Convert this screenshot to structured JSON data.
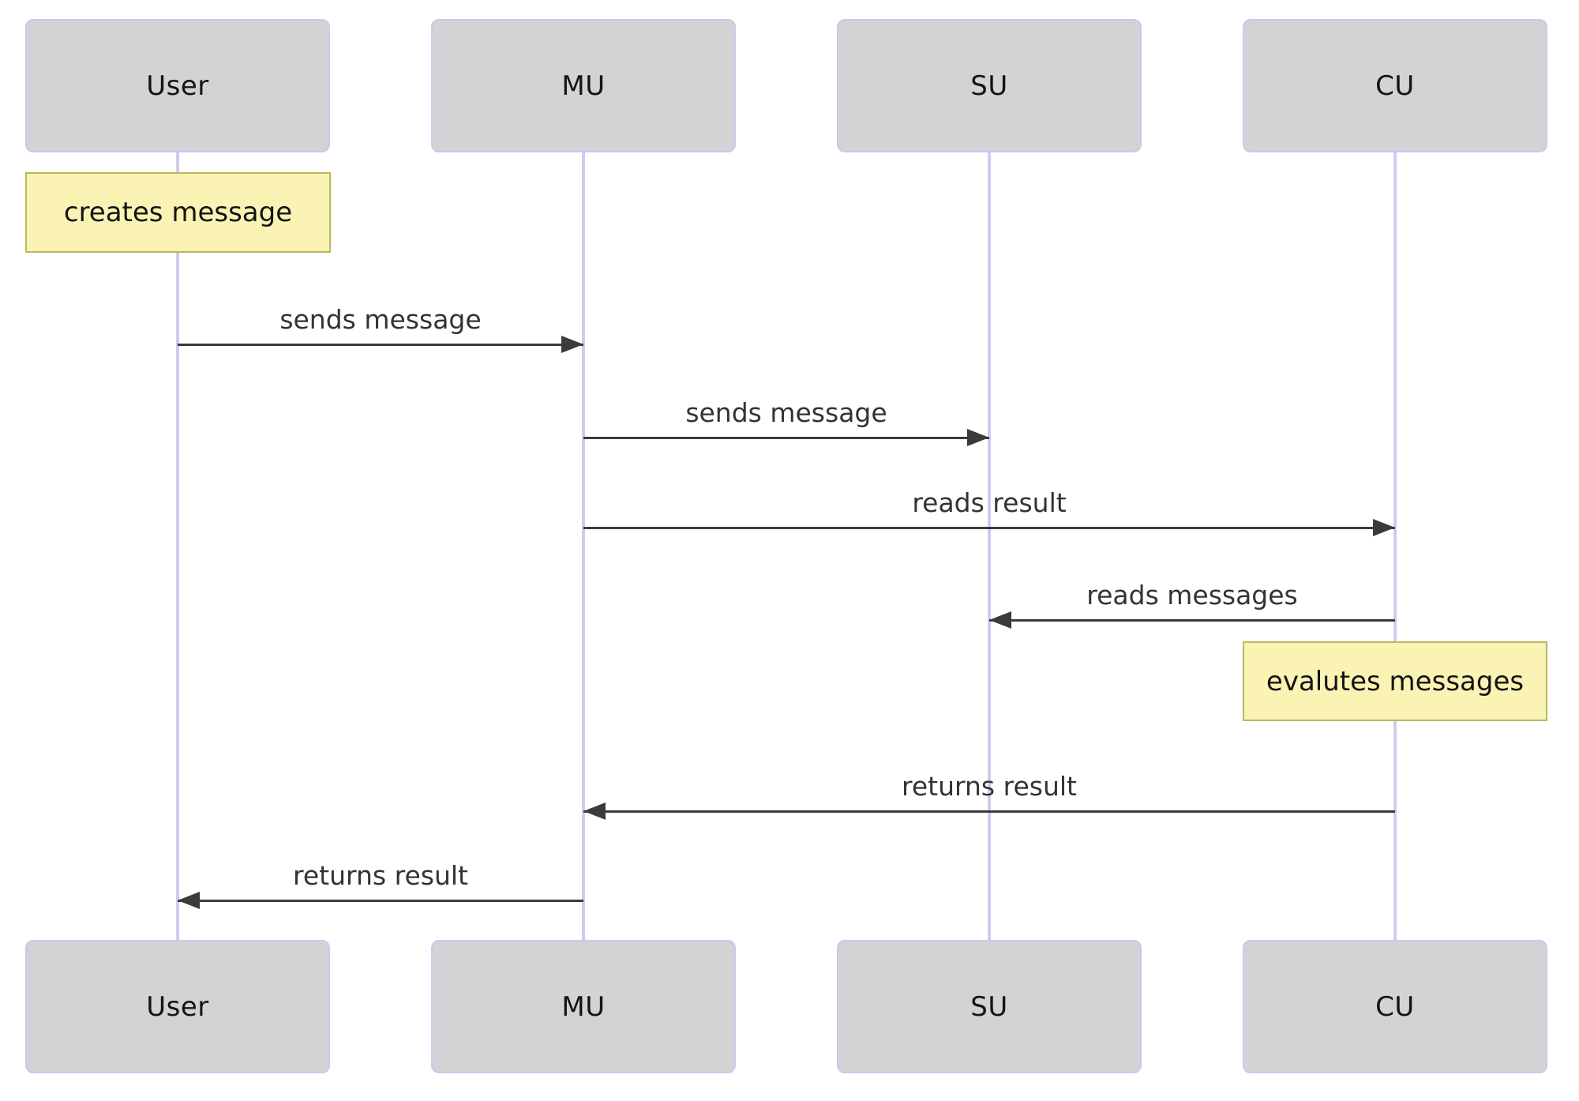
{
  "diagram": {
    "type": "sequence-diagram",
    "actors": [
      {
        "id": "user",
        "label": "User"
      },
      {
        "id": "mu",
        "label": "MU"
      },
      {
        "id": "su",
        "label": "SU"
      },
      {
        "id": "cu",
        "label": "CU"
      }
    ],
    "notes": [
      {
        "text": "creates message",
        "over": "User"
      },
      {
        "text": "evalutes messages",
        "over": "CU"
      }
    ],
    "messages": [
      {
        "from": "User",
        "to": "MU",
        "label": "sends message",
        "direction": "right"
      },
      {
        "from": "MU",
        "to": "SU",
        "label": "sends message",
        "direction": "right"
      },
      {
        "from": "MU",
        "to": "CU",
        "label": "reads result",
        "direction": "right"
      },
      {
        "from": "CU",
        "to": "SU",
        "label": "reads messages",
        "direction": "left"
      },
      {
        "from": "CU",
        "to": "MU",
        "label": "returns result",
        "direction": "left"
      },
      {
        "from": "MU",
        "to": "User",
        "label": "returns result",
        "direction": "left"
      }
    ],
    "colors": {
      "actor_fill": "#d3d2d4",
      "actor_border": "#d0c6ee",
      "lifeline": "#d3c9f0",
      "note_fill": "#faf3b4",
      "note_border": "#b9b95f",
      "arrow": "#3b3b3b",
      "message_text": "#333333",
      "actor_text": "#141414"
    }
  }
}
